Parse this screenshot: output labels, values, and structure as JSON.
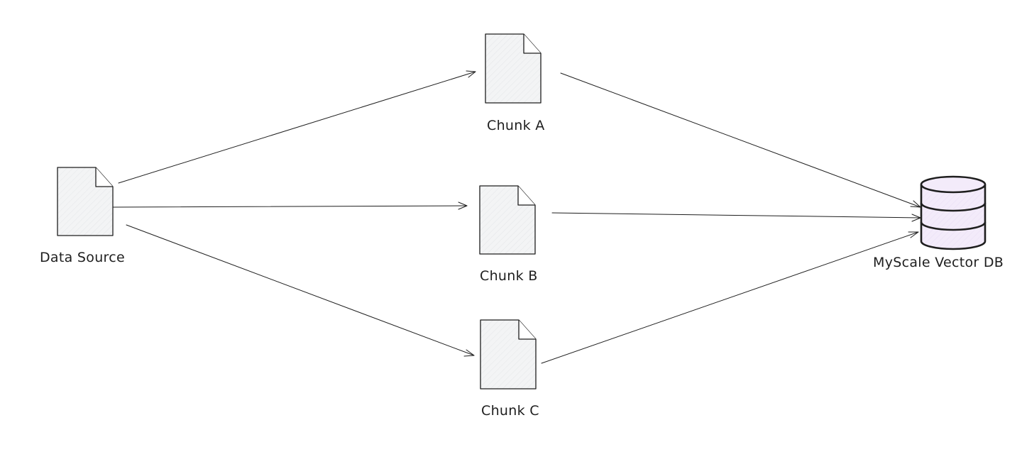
{
  "diagram": {
    "nodes": {
      "source": {
        "label": "Data Source",
        "icon": "document-icon"
      },
      "chunk_a": {
        "label": "Chunk A",
        "icon": "document-icon"
      },
      "chunk_b": {
        "label": "Chunk B",
        "icon": "document-icon"
      },
      "chunk_c": {
        "label": "Chunk C",
        "icon": "document-icon"
      },
      "database": {
        "label": "MyScale Vector DB",
        "icon": "database-icon"
      }
    },
    "edges": [
      {
        "from": "Data Source",
        "to": "Chunk A"
      },
      {
        "from": "Data Source",
        "to": "Chunk B"
      },
      {
        "from": "Data Source",
        "to": "Chunk C"
      },
      {
        "from": "Chunk A",
        "to": "MyScale Vector DB"
      },
      {
        "from": "Chunk B",
        "to": "MyScale Vector DB"
      },
      {
        "from": "Chunk C",
        "to": "MyScale Vector DB"
      }
    ],
    "colors": {
      "stroke": "#1e1e1e",
      "document_fill": "#f3f4f5",
      "database_fill": "#f3ebfa",
      "background": "#ffffff"
    }
  }
}
